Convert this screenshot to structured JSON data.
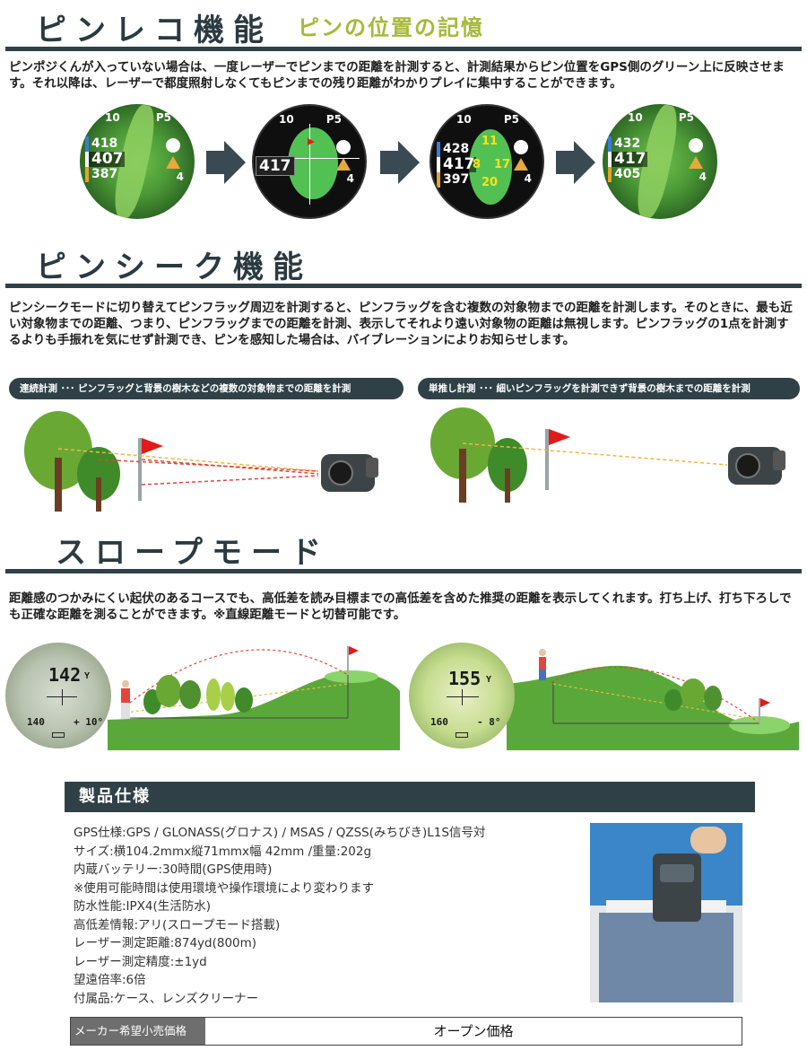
{
  "section1": {
    "title": "ピンレコ機能",
    "subtitle": "ピンの位置の記憶",
    "paragraph": "ピンポジくんが入っていない場合は、一度レーザーでピンまでの距離を計測すると、計測結果からピン位置をGPS側のグリーン上に反映させます。それ以降は、レーザーで都度照射しなくてもピンまでの残り距離がわかりプレイに集中することができます。",
    "screens": [
      {
        "hole": "10",
        "par": "P5",
        "front": "418",
        "middle": "407",
        "back": "387",
        "side": "4"
      },
      {
        "hole": "10",
        "par": "P5",
        "middle": "417",
        "side": "4"
      },
      {
        "hole": "10",
        "par": "P5",
        "front": "428",
        "middle": "417",
        "back": "397",
        "side": "4",
        "pin_top": "11",
        "pin_left": "8",
        "pin_right": "17",
        "pin_bottom": "20"
      },
      {
        "hole": "10",
        "par": "P5",
        "front": "432",
        "middle": "417",
        "back": "405",
        "side": "4"
      }
    ]
  },
  "section2": {
    "title": "ピンシーク機能",
    "paragraph": "ピンシークモードに切り替えてピンフラッグ周辺を計測すると、ピンフラッグを含む複数の対象物までの距離を計測します。そのときに、最も近い対象物までの距離、つまり、ピンフラッグまでの距離を計測、表示してそれより遠い対象物の距離は無視します。ピンフラッグの1点を計測するよりも手振れを気にせず計測でき、ピンを感知した場合は、バイブレーションによりお知らせします。",
    "left_label": "連続計測 ･･･ ピンフラッグと背景の樹木などの複数の対象物までの距離を計測",
    "right_label": "単推し計測 ･･･ 細いピンフラッグを計測できず背景の樹木までの距離を計測"
  },
  "section3": {
    "title": "スロープモード",
    "paragraph": "距離感のつかみにくい起伏のあるコースでも、高低差を読み目標までの高低差を含めた推奨の距離を表示してくれます。打ち上げ、打ち下ろしでも正確な距離を測ることができます。※直線距離モードと切替可能です。",
    "left_view": {
      "distance": "142",
      "unit": "Y",
      "sub": "140",
      "angle": "+ 10°"
    },
    "right_view": {
      "distance": "155",
      "unit": "Y",
      "sub": "160",
      "angle": "- 8°"
    }
  },
  "specs": {
    "heading": "製品仕様",
    "items": [
      "GPS仕様:GPS / GLONASS(グロナス) / MSAS / QZSS(みちびき)L1S信号対",
      "サイズ:横104.2mmx縦71mmx幅 42mm /重量:202g",
      "内蔵バッテリー:30時間(GPS使用時)",
      "※使用可能時間は使用環境や操作環境により変わります",
      "防水性能:IPX4(生活防水)",
      "高低差情報:アリ(スロープモード搭載)",
      "レーザー測定距離:874yd(800m)",
      "レーザー測定精度:±1yd",
      "望遠倍率:6倍",
      "付属品:ケース、レンズクリーナー"
    ],
    "price_label": "メーカー希望小売価格",
    "price_value": "オープン価格"
  },
  "colors": {
    "heading_dark": "#2f4147",
    "subtitle_green": "#a8b83a",
    "flag_red": "#e21a1a",
    "tree_green": "#5d9b2e"
  }
}
